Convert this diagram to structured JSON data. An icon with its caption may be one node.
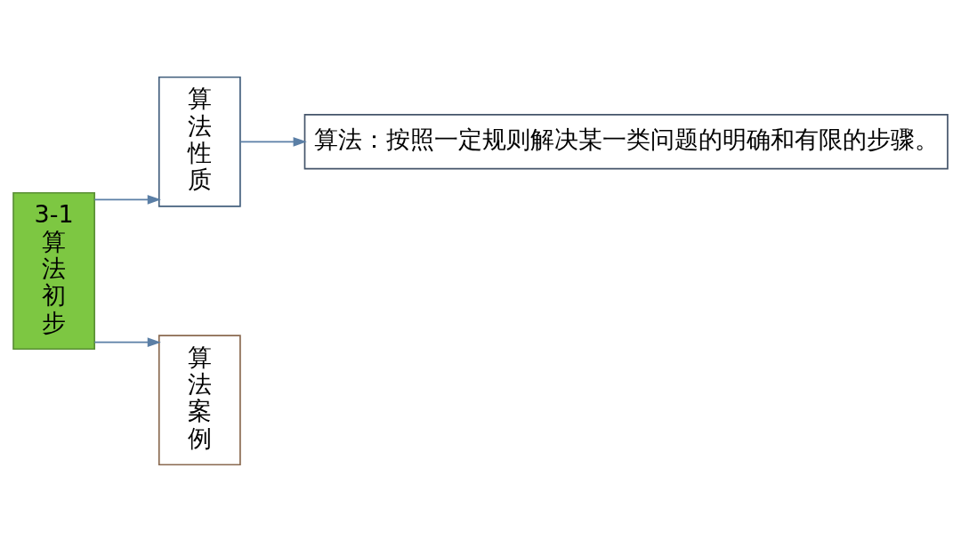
{
  "diagram": {
    "nodes": [
      {
        "text": [
          "3-1算法初步"
        ]
      },
      {
        "text": [
          "算法性质"
        ]
      },
      {
        "text": [
          "算法案例"
        ]
      },
      {
        "text": [
          "算法：按照一定规则解决某一类问题的明确和有限的步骤。"
        ]
      }
    ],
    "edges": [
      {
        "from": 0,
        "to": 1,
        "arrow": "to"
      },
      {
        "from": 0,
        "to": 2,
        "arrow": "to"
      },
      {
        "from": 1,
        "to": 3,
        "arrow": "to"
      }
    ]
  }
}
